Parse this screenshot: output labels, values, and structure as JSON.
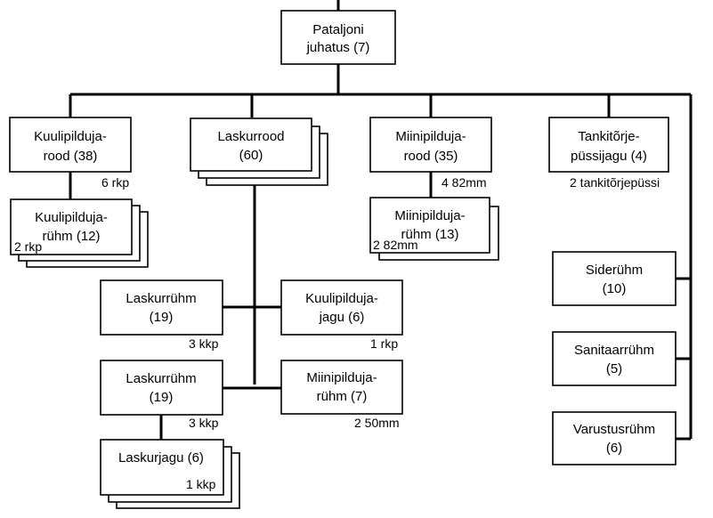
{
  "nodes": {
    "hq": [
      "Pataljoni",
      "juhatus (7)"
    ],
    "mg_company": [
      "Kuulipilduja-",
      "rood (38)"
    ],
    "mg_platoon": [
      "Kuulipilduja-",
      "rühm (12)"
    ],
    "rifle_company": [
      "Laskurrood",
      "(60)"
    ],
    "mortar_company": [
      "Miinipilduja-",
      "rood (35)"
    ],
    "mortar_platoon": [
      "Miinipilduja-",
      "rühm (13)"
    ],
    "at_squad": [
      "Tankitõrje-",
      "püssijagu (4)"
    ],
    "rifle_platoon_1": [
      "Laskurrühm",
      "(19)"
    ],
    "mg_squad": [
      "Kuulipilduja-",
      "jagu (6)"
    ],
    "rifle_platoon_2": [
      "Laskurrühm",
      "(19)"
    ],
    "mortar_platoon_small": [
      "Miinipilduja-",
      "rühm (7)"
    ],
    "rifle_squad": [
      "Laskurjagu (6)"
    ],
    "signal_platoon": [
      "Siderühm",
      "(10)"
    ],
    "medical_platoon": [
      "Sanitaarrühm",
      "(5)"
    ],
    "supply_platoon": [
      "Varustusrühm",
      "(6)"
    ]
  },
  "notes": {
    "mg_company": "6 rkp",
    "mg_platoon": "2 rkp",
    "mortar_company": "4 82mm",
    "mortar_platoon": "2 82mm",
    "at_squad": "2 tankitõrjepüssi",
    "rifle_platoon_1": "3 kkp",
    "mg_squad": "1 rkp",
    "rifle_platoon_2": "3 kkp",
    "mortar_platoon_small": "2 50mm",
    "rifle_squad": "1 kkp"
  }
}
